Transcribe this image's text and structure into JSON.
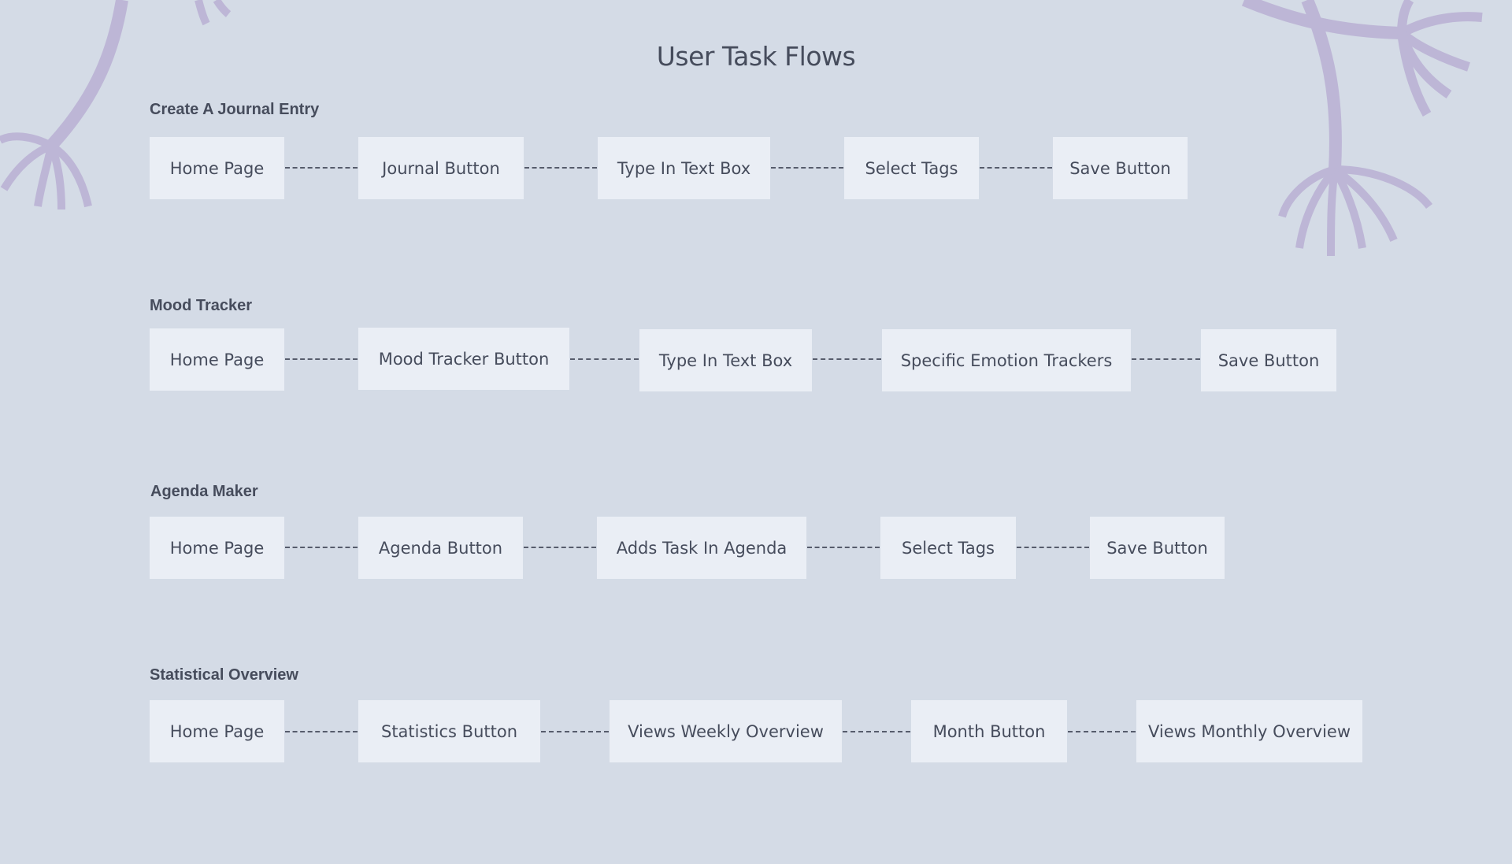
{
  "title": "User Task Flows",
  "colors": {
    "background": "#d4dbe6",
    "step_fill": "#eaeef5",
    "text": "#464c5c",
    "connector": "#565c6c",
    "decoration": "#bdb6d6"
  },
  "decorations": [
    "branch-top-left",
    "branch-top-right"
  ],
  "flows": [
    {
      "label": "Create A Journal Entry",
      "steps": [
        "Home Page",
        "Journal Button",
        "Type In Text Box",
        "Select Tags",
        "Save Button"
      ]
    },
    {
      "label": "Mood Tracker",
      "steps": [
        "Home Page",
        "Mood Tracker Button",
        "Type In Text Box",
        "Specific Emotion Trackers",
        "Save Button"
      ]
    },
    {
      "label": "Agenda Maker",
      "steps": [
        "Home Page",
        "Agenda Button",
        "Adds Task In Agenda",
        "Select Tags",
        "Save Button"
      ]
    },
    {
      "label": "Statistical Overview",
      "steps": [
        "Home Page",
        "Statistics Button",
        "Views Weekly Overview",
        "Month Button",
        "Views Monthly Overview"
      ]
    }
  ]
}
